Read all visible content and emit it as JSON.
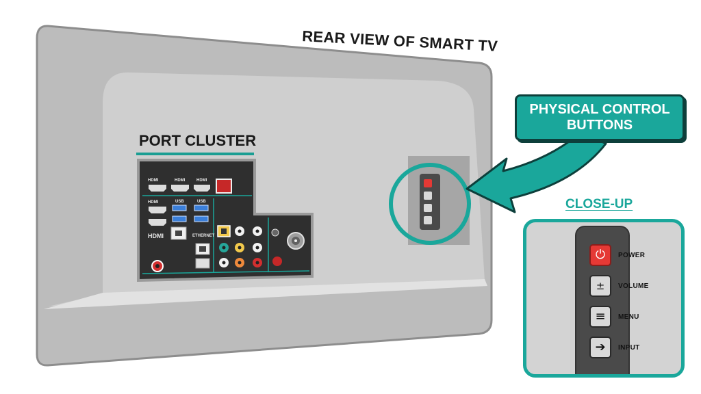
{
  "title": "REAR VIEW OF SMART TV",
  "port_cluster": {
    "label": "PORT CLUSTER",
    "hdmi_label": "HDMI",
    "usb_label": "USB",
    "ethernet_label": "ETHERNET",
    "small_labels": [
      "HDMI",
      "HDMI",
      "HDMI",
      "HDMI",
      "USB",
      "USB"
    ]
  },
  "callout": {
    "label": "PHYSICAL CONTROL BUTTONS"
  },
  "closeup": {
    "label": "CLOSE-UP",
    "buttons": [
      {
        "label": "POWER",
        "icon": "power-icon"
      },
      {
        "label": "VOLUME",
        "icon": "plus-minus-icon"
      },
      {
        "label": "MENU",
        "icon": "menu-icon"
      },
      {
        "label": "INPUT",
        "icon": "arrow-right-icon"
      }
    ]
  },
  "colors": {
    "accent": "#1aa79b",
    "panel": "#2f2f2f",
    "tv_body": "#bdbdbd",
    "power": "#e53935"
  }
}
